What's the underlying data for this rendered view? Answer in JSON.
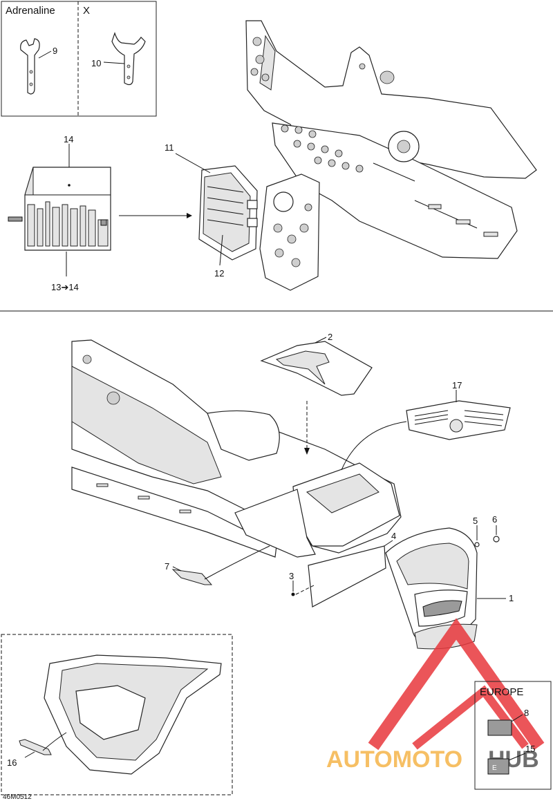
{
  "variant_box": {
    "left_title": "Adrenaline",
    "right_title": "X"
  },
  "callouts": {
    "c1": "1",
    "c2": "2",
    "c3": "3",
    "c4": "4",
    "c5": "5",
    "c6": "6",
    "c7": "7",
    "c8": "8",
    "c9": "9",
    "c10": "10",
    "c11": "11",
    "c12": "12",
    "c13": "13➔14",
    "c14": "14",
    "c15": "15",
    "c16": "16",
    "c17": "17"
  },
  "europe_box": {
    "title": "EUROPE"
  },
  "drawing_number": "46M0512",
  "watermark": {
    "part_a": "AUTOMOTO",
    "part_b": "HUB",
    "color_a": "#f5b54a",
    "color_b": "#555555",
    "logo_color": "#e8383d"
  },
  "decal_badge": "E"
}
